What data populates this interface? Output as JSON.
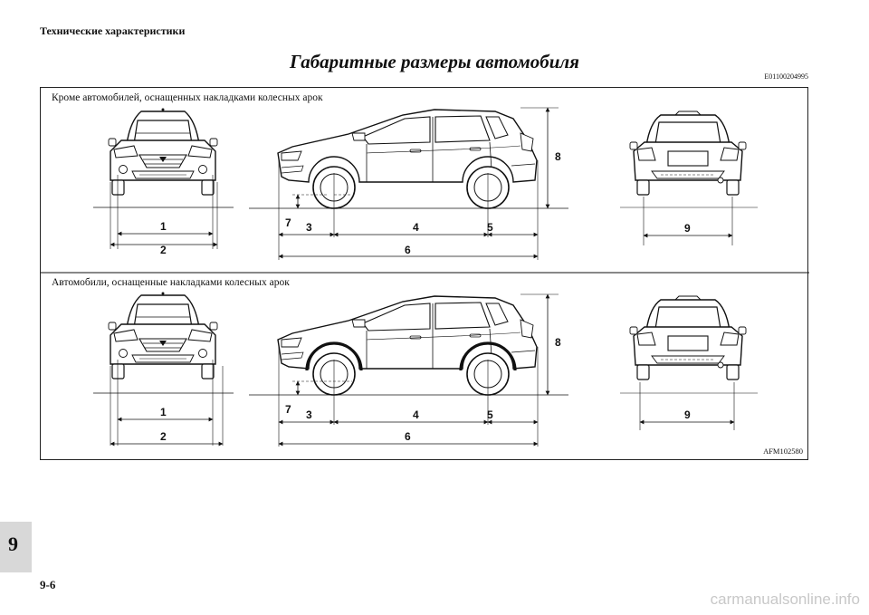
{
  "header": {
    "section": "Технические характеристики",
    "title": "Габаритные размеры автомобиля",
    "doc_code": "E01100204995"
  },
  "figure": {
    "captions": [
      "Кроме автомобилей, оснащенных накладками колесных арок",
      "Автомобили, оснащенные накладками колесных арок"
    ],
    "figure_code": "AFM102580",
    "labels": {
      "front_width": "1",
      "front_track": "2",
      "front_overhang": "3",
      "wheelbase": "4",
      "rear_overhang": "5",
      "overall_length": "6",
      "ground_clearance": "7",
      "height": "8",
      "rear_track": "9"
    }
  },
  "footer": {
    "chapter": "9",
    "page": "9-6",
    "watermark": "carmanualsonline.info"
  }
}
